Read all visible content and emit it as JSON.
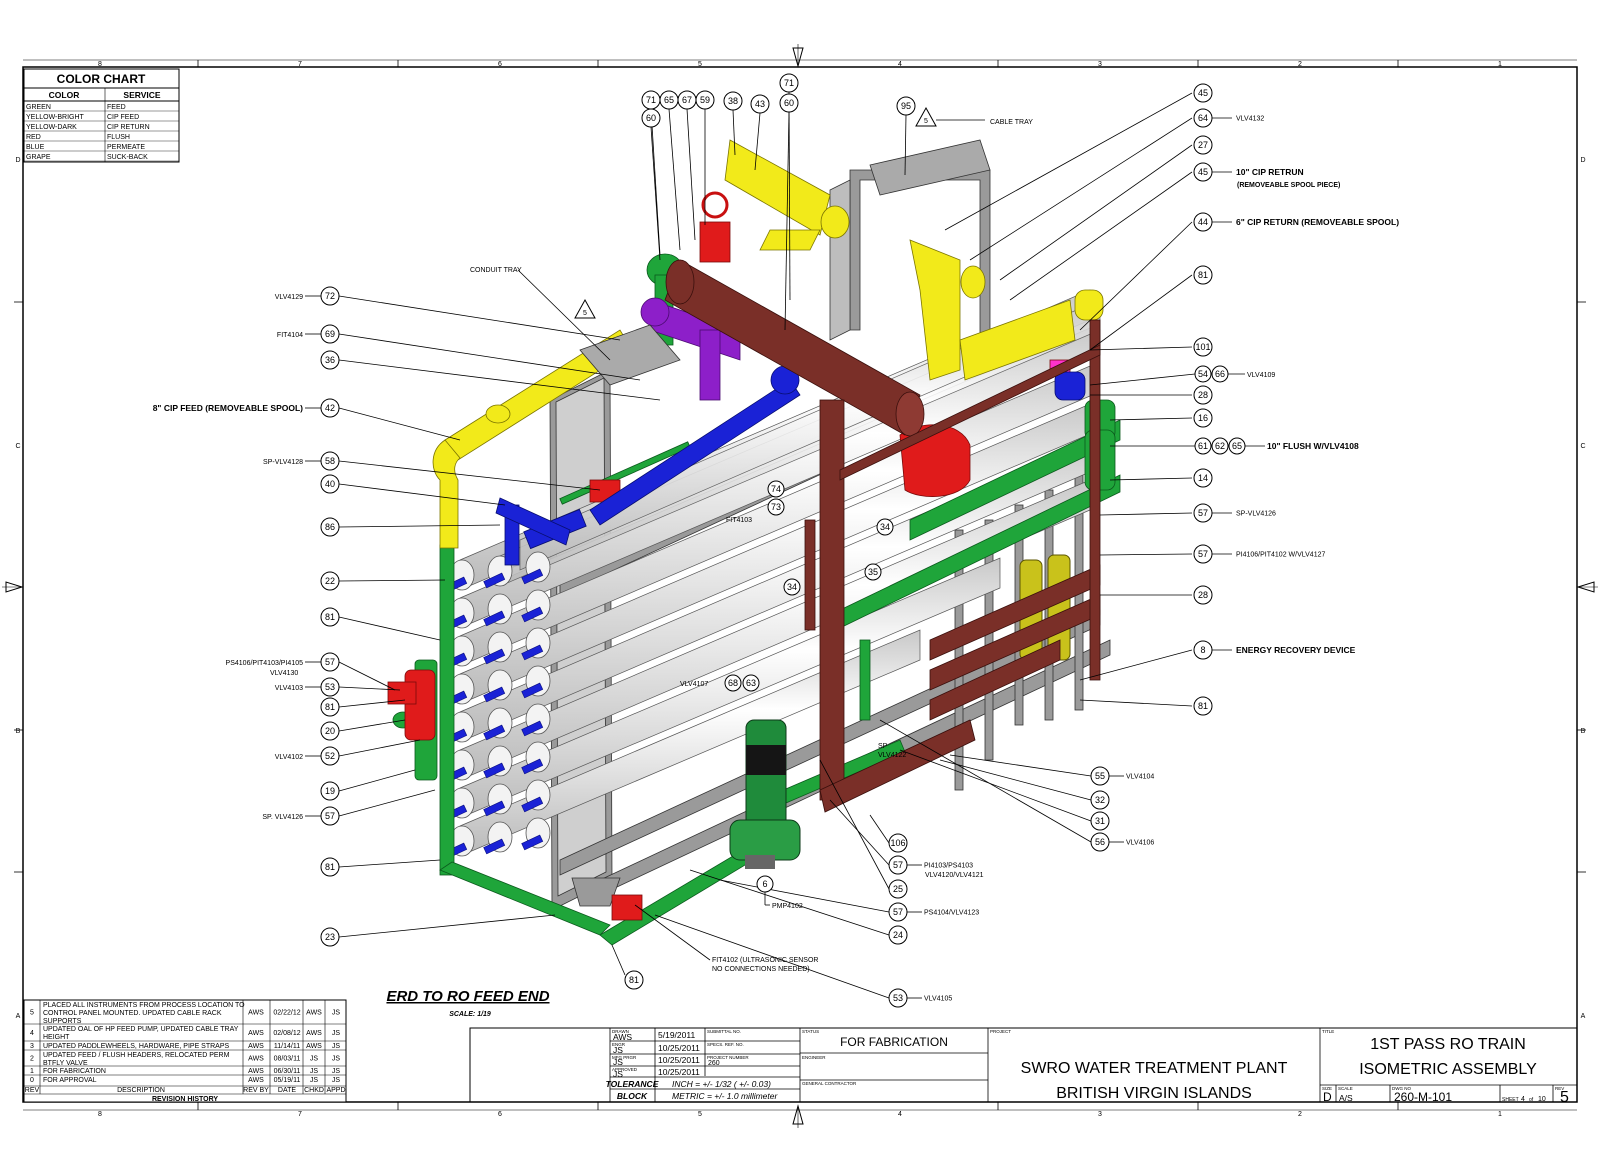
{
  "color_chart": {
    "title": "COLOR CHART",
    "headers": [
      "COLOR",
      "SERVICE"
    ],
    "rows": [
      [
        "GREEN",
        "FEED"
      ],
      [
        "YELLOW-BRIGHT",
        "CIP FEED"
      ],
      [
        "YELLOW-DARK",
        "CIP RETURN"
      ],
      [
        "RED",
        "FLUSH"
      ],
      [
        "BLUE",
        "PERMEATE"
      ],
      [
        "GRAPE",
        "SUCK-BACK"
      ]
    ]
  },
  "zones": {
    "columns": [
      "8",
      "7",
      "6",
      "5",
      "4",
      "3",
      "2",
      "1"
    ],
    "rows": [
      "D",
      "C",
      "B",
      "A"
    ]
  },
  "colors": {
    "feed": "#1fa53a",
    "cip_feed": "#f2ea1a",
    "cip_return": "#c9c21b",
    "flush": "#e01b1b",
    "permeate": "#1a22d6",
    "suck_back": "#8d1fc9",
    "frame": "#8f8f8f",
    "brine": "#7a2f28",
    "vessel": "#f4f4f4"
  },
  "callouts": {
    "top": [
      "71",
      "65",
      "67",
      "59",
      "60",
      "38",
      "43",
      "71",
      "60",
      "95",
      "5"
    ],
    "top_labels": [
      "CABLE TRAY"
    ],
    "left": [
      {
        "num": "72",
        "label": "VLV4129"
      },
      {
        "num": "69",
        "label": "FIT4104"
      },
      {
        "num": "36",
        "label": ""
      },
      {
        "num": "42",
        "label": "8\" CIP FEED (REMOVEABLE SPOOL)"
      },
      {
        "num": "58",
        "label": "SP-VLV4128"
      },
      {
        "num": "40",
        "label": ""
      },
      {
        "num": "86",
        "label": ""
      },
      {
        "num": "22",
        "label": ""
      },
      {
        "num": "81",
        "label": ""
      },
      {
        "num": "57",
        "label": "PS4106/PIT4103/PI4105"
      },
      {
        "num": "53",
        "label": "VLV4103"
      },
      {
        "num": "81",
        "label": ""
      },
      {
        "num": "20",
        "label": ""
      },
      {
        "num": "52",
        "label": "VLV4102"
      },
      {
        "num": "19",
        "label": ""
      },
      {
        "num": "57",
        "label": "SP. VLV4126"
      },
      {
        "num": "81",
        "label": ""
      },
      {
        "num": "23",
        "label": ""
      }
    ],
    "left_extra": {
      "vlv4130": "VLV4130",
      "conduit_tray": "CONDUIT TRAY",
      "triangle": "5"
    },
    "right": [
      {
        "num": "45",
        "label": ""
      },
      {
        "num": "64",
        "label": "VLV4132"
      },
      {
        "num": "27",
        "label": ""
      },
      {
        "num": "45",
        "label": "10\" CIP RETRUN"
      },
      {
        "num": "44",
        "label": "6\" CIP RETURN (REMOVEABLE SPOOL)"
      },
      {
        "num": "81",
        "label": ""
      },
      {
        "num": "101",
        "label": ""
      },
      {
        "num": "28",
        "label": ""
      },
      {
        "num": "16",
        "label": ""
      },
      {
        "num": "14",
        "label": ""
      },
      {
        "num": "57",
        "label": "SP-VLV4126"
      },
      {
        "num": "57",
        "label": "PI4106/PIT4102 W/VLV4127"
      },
      {
        "num": "28",
        "label": ""
      },
      {
        "num": "8",
        "label": "ENERGY RECOVERY DEVICE"
      },
      {
        "num": "81",
        "label": ""
      }
    ],
    "right_extra": {
      "removeable_spool_piece": "(REMOVEABLE SPOOL PIECE)",
      "row_54_66": [
        "54",
        "66"
      ],
      "vlv4109": "VLV4109",
      "row_61_62_65": [
        "61",
        "62",
        "65"
      ],
      "flush_label": "10\" FLUSH W/VLV4108"
    },
    "bottom": [
      {
        "num": "55",
        "label": "VLV4104"
      },
      {
        "num": "32",
        "label": ""
      },
      {
        "num": "31",
        "label": ""
      },
      {
        "num": "56",
        "label": "VLV4106"
      },
      {
        "num": "106",
        "label": ""
      },
      {
        "num": "57",
        "label": "PI4103/PS4103"
      },
      {
        "num": "25",
        "label": ""
      },
      {
        "num": "57",
        "label": "PS4104/VLV4123"
      },
      {
        "num": "24",
        "label": ""
      },
      {
        "num": "53",
        "label": "VLV4105"
      }
    ],
    "bottom_extra": {
      "vlv4120_4121": "VLV4120/VLV4121",
      "pmp4102": "PMP4102",
      "pump_num": "6",
      "fit4102_1": "FIT4102 (ULTRASONIC SENSOR",
      "fit4102_2": "NO CONNECTIONS NEEDED)",
      "bottom_81": "81"
    },
    "inner": {
      "fit4103": "FIT4103",
      "n74": "74",
      "n73": "73",
      "n34a": "34",
      "n35": "35",
      "n34b": "34",
      "vlv4107": "VLV4107",
      "n68": "68",
      "n63": "63",
      "sp": "SP",
      "vlv4122": "VLV4122"
    }
  },
  "view": {
    "title": "ERD TO RO FEED END",
    "scale": "SCALE: 1/19"
  },
  "revision_history": {
    "title": "REVISION HISTORY",
    "headers": [
      "REV",
      "DESCRIPTION",
      "REV BY",
      "DATE",
      "CHKD",
      "APPD"
    ],
    "rows": [
      {
        "rev": "5",
        "desc": [
          "PLACED ALL INSTRUMENTS FROM PROCESS LOCATION TO",
          "CONTROL PANEL MOUNTED. UPDATED CABLE RACK",
          "SUPPORTS"
        ],
        "by": "AWS",
        "date": "02/22/12",
        "chkd": "AWS",
        "appd": "JS"
      },
      {
        "rev": "4",
        "desc": [
          "UPDATED OAL OF HP FEED PUMP, UPDATED CABLE TRAY",
          "HEIGHT"
        ],
        "by": "AWS",
        "date": "02/08/12",
        "chkd": "AWS",
        "appd": "JS"
      },
      {
        "rev": "3",
        "desc": [
          "UPDATED PADDLEWHEELS, HARDWARE, PIPE STRAPS"
        ],
        "by": "AWS",
        "date": "11/14/11",
        "chkd": "AWS",
        "appd": "JS"
      },
      {
        "rev": "2",
        "desc": [
          "UPDATED FEED / FLUSH HEADERS, RELOCATED PERM",
          "BTFLY VALVE"
        ],
        "by": "AWS",
        "date": "08/03/11",
        "chkd": "JS",
        "appd": "JS"
      },
      {
        "rev": "1",
        "desc": [
          "FOR FABRICATION"
        ],
        "by": "AWS",
        "date": "06/30/11",
        "chkd": "JS",
        "appd": "JS"
      },
      {
        "rev": "0",
        "desc": [
          "FOR APPROVAL"
        ],
        "by": "AWS",
        "date": "05/19/11",
        "chkd": "JS",
        "appd": "JS"
      }
    ]
  },
  "title_block": {
    "drawn_label": "DRAWN",
    "drawn_by": "AWS",
    "drawn_date": "5/19/2011",
    "engr_label": "ENGR",
    "engr_by": "JS",
    "engr_date": "10/25/2011",
    "mfg_label": "MFG PRGR",
    "mfg_by": "JS",
    "mfg_date": "10/25/2011",
    "approved_label": "APPROVED",
    "approved_by": "JS",
    "approved_date": "10/25/2011",
    "submittal_label": "SUBMITTAL NO.",
    "specs_label": "SPECS. REF. NO.",
    "project_number_label": "PROJECT NUMBER",
    "project_number": "260",
    "status_label": "STATUS",
    "status": "FOR FABRICATION",
    "engineer_label": "ENGINEER",
    "gc_label": "GENERAL CONTRACTOR",
    "tolerance_label_1": "TOLERANCE",
    "tolerance_label_2": "BLOCK",
    "tolerance_inch": "INCH = +/- 1/32 ( +/- 0.03)",
    "tolerance_metric": "METRIC = +/- 1.0 millimeter",
    "project_label": "PROJECT",
    "project_line1": "SWRO WATER TREATMENT PLANT",
    "project_line2": "BRITISH VIRGIN ISLANDS",
    "title_label": "TITLE",
    "title_line1": "1ST PASS RO TRAIN",
    "title_line2": "ISOMETRIC ASSEMBLY",
    "size_label": "SIZE",
    "size": "D",
    "scale_label": "SCALE",
    "scale": "A/S",
    "dwg_label": "DWG NO",
    "dwg_no": "260-M-101",
    "sheet_label": "SHEET",
    "sheet_no": "4",
    "sheet_of": "of",
    "sheet_total": "10",
    "rev_label": "REV",
    "rev": "5"
  }
}
